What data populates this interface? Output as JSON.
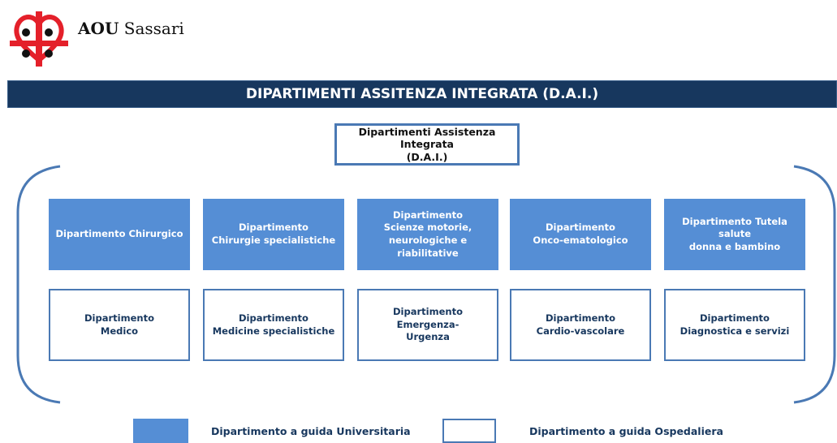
{
  "logo": {
    "bold_text": "AOU",
    "text": " Sassari",
    "icon": "aou-heart-cross-logo",
    "brand_color": "#e4202a"
  },
  "title": "DIPARTIMENTI ASSITENZA INTEGRATA (D.A.I.)",
  "root": {
    "line1": "Dipartimenti Assistenza Integrata",
    "line2": "(D.A.I.)"
  },
  "colors": {
    "title_bg": "#17375e",
    "university": "#558ed5",
    "hospital_border": "#4a79b4",
    "text_dark": "#17375e"
  },
  "university_departments": [
    {
      "lines": [
        "Dipartimento Chirurgico"
      ]
    },
    {
      "lines": [
        "Dipartimento",
        "Chirurgie specialistiche"
      ]
    },
    {
      "lines": [
        "Dipartimento",
        "Scienze motorie,",
        "neurologiche e riabilitative"
      ]
    },
    {
      "lines": [
        "Dipartimento",
        "Onco-ematologico"
      ]
    },
    {
      "lines": [
        "Dipartimento Tutela salute",
        "donna e bambino"
      ]
    }
  ],
  "hospital_departments": [
    {
      "lines": [
        "Dipartimento",
        "Medico"
      ]
    },
    {
      "lines": [
        "Dipartimento",
        "Medicine specialistiche"
      ]
    },
    {
      "lines": [
        "Dipartimento Emergenza-",
        "Urgenza"
      ]
    },
    {
      "lines": [
        "Dipartimento",
        "Cardio-vascolare"
      ]
    },
    {
      "lines": [
        "Dipartimento",
        "Diagnostica e servizi"
      ]
    }
  ],
  "legend": {
    "university": "Dipartimento a guida Universitaria",
    "hospital": "Dipartimento a guida Ospedaliera"
  }
}
